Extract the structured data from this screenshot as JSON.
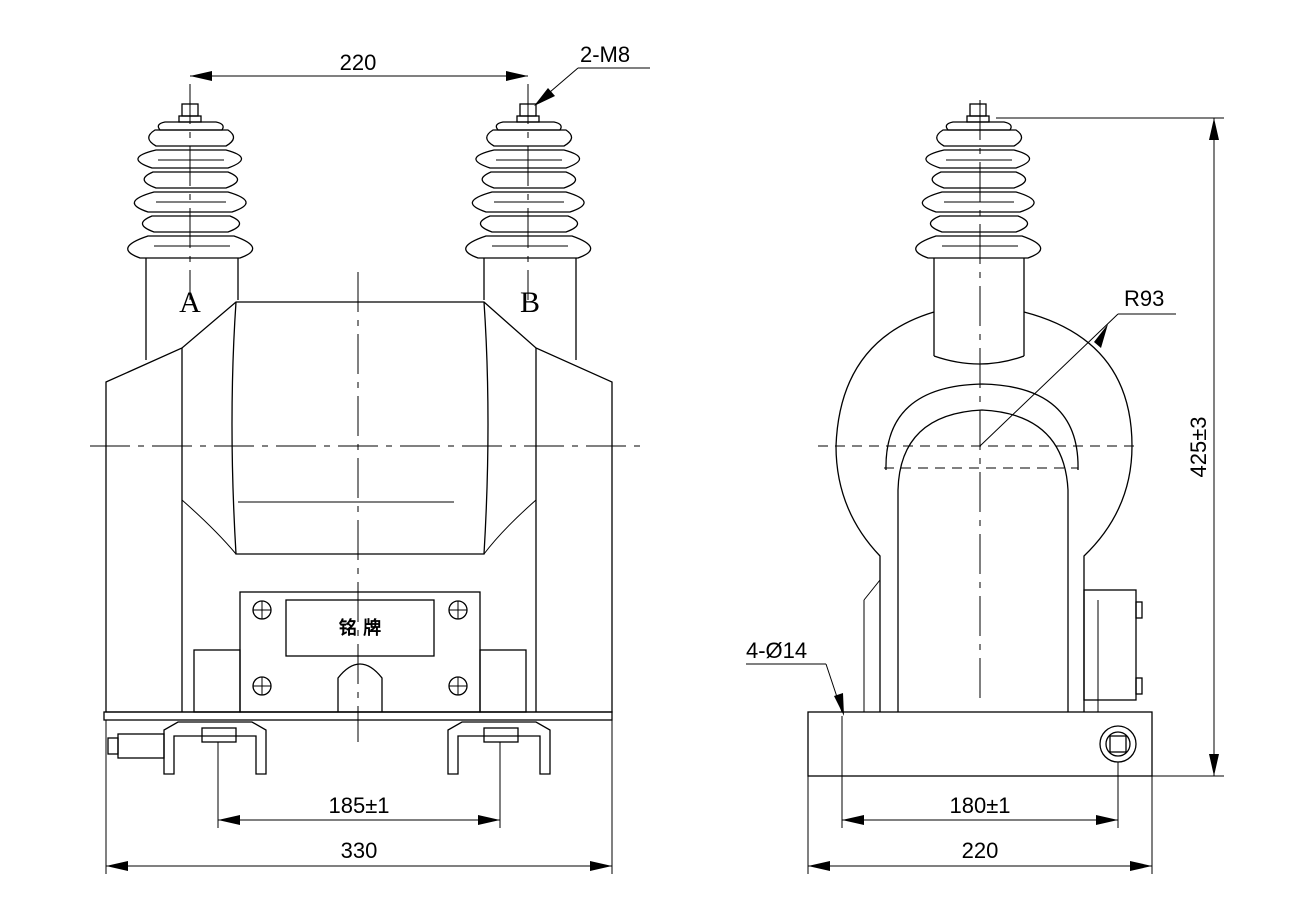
{
  "front_view": {
    "dim_top": "220",
    "thread_note": "2-M8",
    "terminal_a": "A",
    "terminal_b": "B",
    "nameplate": "铭 牌",
    "dim_mount": "185±1",
    "dim_width": "330"
  },
  "side_view": {
    "radius_note": "R93",
    "height_note": "425±3",
    "hole_note": "4-Ø14",
    "dim_mount": "180±1",
    "dim_width": "220"
  }
}
